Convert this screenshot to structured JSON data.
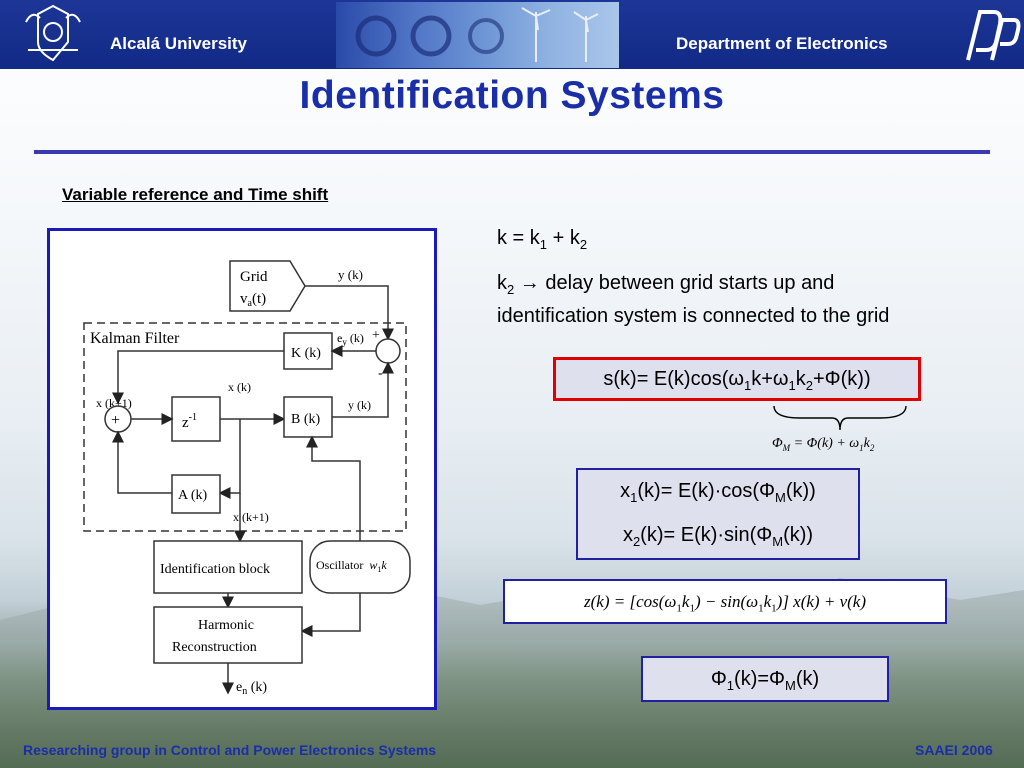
{
  "header": {
    "university": "Alcalá University",
    "department": "Department of Electronics"
  },
  "title": "Identification Systems",
  "subtitle": "Variable reference and Time shift",
  "diagram": {
    "grid_l1": "Grid",
    "grid_l2": "v",
    "grid_sub": "a",
    "grid_t": "(t)",
    "yk_top": "y (k)",
    "kalman": "Kalman  Filter",
    "ey": "e",
    "ey_sub": "y",
    "ey_k": " (k)",
    "plus_top": "+",
    "minus": "-",
    "Kk": "K (k)",
    "xk": "x (k)",
    "xk1_left": "x (k+1)",
    "plus_left": "+",
    "zinv": "z",
    "zinv_exp": "-1",
    "Bk": "B (k)",
    "yk_mid": "y (k)",
    "Ak": "A (k)",
    "xk1_bottom": "x (k+1)",
    "ident": "Identification block",
    "osc": "Oscillator",
    "osc_w": "w",
    "osc_sub": "1",
    "osc_k": "k",
    "harm1": "Harmonic",
    "harm2": "Reconstruction",
    "en": "e",
    "en_sub": "n",
    "en_k": " (k)"
  },
  "right": {
    "k_eq_a": "k = k",
    "k_eq_s1": "1",
    "k_eq_b": " + k",
    "k_eq_s2": "2",
    "k2_a": "k",
    "k2_s": "2",
    "k2_arrow": " → ",
    "k2_line1": "delay between grid starts up and",
    "k2_line2": "identification system is connected to the grid",
    "sk_a": "s(k)= E(k)cos(ω",
    "sk_s1": "1",
    "sk_b": "k+ω",
    "sk_s2": "1",
    "sk_c": "k",
    "sk_s3": "2",
    "sk_d": "+Φ(k))",
    "phim_a": "Φ",
    "phim_s": "M",
    "phim_b": " = Φ(k) + ω",
    "phim_s2": "1",
    "phim_c": "k",
    "phim_s3": "2",
    "x1_a": "x",
    "x1_s": "1",
    "x1_b": "(k)= E(k)·cos(Φ",
    "x1_s2": "M",
    "x1_c": "(k))",
    "x2_a": "x",
    "x2_s": "2",
    "x2_b": "(k)= E(k)·sin(Φ",
    "x2_s2": "M",
    "x2_c": "(k))",
    "z_a": "z(k) = [cos(ω",
    "z_s1": "1",
    "z_b": "k",
    "z_s2": "1",
    "z_c": ")   − sin(ω",
    "z_s3": "1",
    "z_d": "k",
    "z_s4": "1",
    "z_e": ")] x(k) + v(k)",
    "phi1_a": "Φ",
    "phi1_s": "1",
    "phi1_b": "(k)=Φ",
    "phi1_s2": "M",
    "phi1_c": "(k)"
  },
  "footer": {
    "left": "Researching group in Control and Power Electronics Systems",
    "right": "SAAEI 2006"
  },
  "colors": {
    "header_blue": "#1d3596",
    "title_blue": "#1a2ea8",
    "highlight_red": "#e00000",
    "box_fill": "#dfe0ee"
  }
}
